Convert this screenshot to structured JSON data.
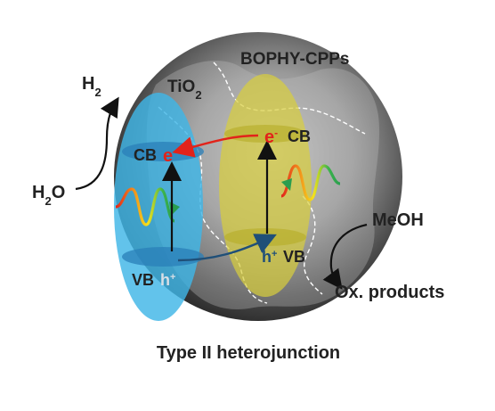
{
  "labels": {
    "bophy": "BOPHY-CPPs",
    "tio2_main": "TiO",
    "tio2_sub": "2",
    "h2_main": "H",
    "h2_sub": "2",
    "h2o_main": "H",
    "h2o_sub": "2",
    "h2o_tail": "O",
    "cb_left": "CB",
    "e_left": "e",
    "e_right": "e",
    "e_right_sup": "-",
    "cb_right": "CB",
    "vb_left": "VB",
    "h_left": "h",
    "h_left_sup": "+",
    "h_right": "h",
    "h_right_sup": "+",
    "vb_right": "VB",
    "meoh": "MeOH",
    "ox_products": "Ox. products",
    "caption": "Type II heterojunction"
  },
  "colors": {
    "tio2_ellipse": "#3fb6e6",
    "bophy_ellipse": "#d8cf3c",
    "electron": "#e2231a",
    "hole": "#1f4f78",
    "text": "#222222",
    "sphere_dark": "#2a2a2a",
    "sphere_light": "#b8b8b8"
  }
}
